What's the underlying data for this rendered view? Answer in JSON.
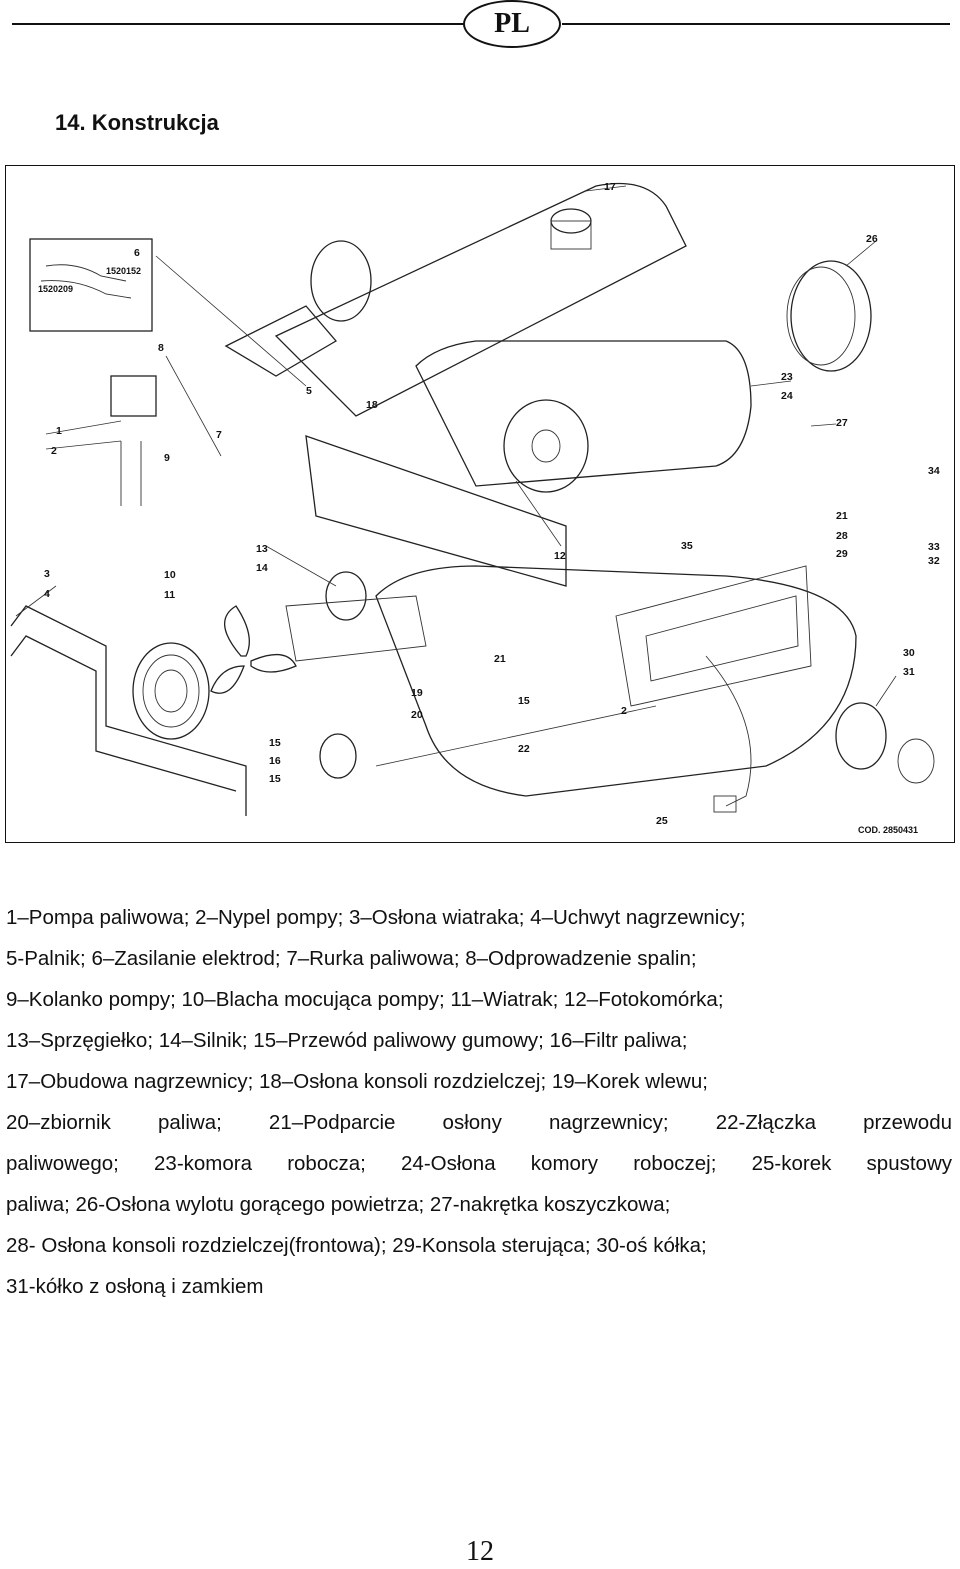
{
  "header": {
    "lang_badge": "PL"
  },
  "section": {
    "title": "14.  Konstrukcja"
  },
  "figure": {
    "code": "COD. 2850431",
    "inset_codes": [
      "1520152",
      "1520209"
    ],
    "callouts": [
      "1",
      "2",
      "3",
      "4",
      "5",
      "6",
      "7",
      "8",
      "9",
      "10",
      "11",
      "12",
      "13",
      "14",
      "15",
      "16",
      "17",
      "18",
      "19",
      "20",
      "21",
      "22",
      "23",
      "24",
      "25",
      "26",
      "27",
      "28",
      "29",
      "30",
      "31",
      "32",
      "33",
      "34",
      "35"
    ]
  },
  "legend": {
    "lines": [
      "1–Pompa paliwowa; 2–Nypel pompy; 3–Osłona wiatraka; 4–Uchwyt nagrzewnicy;",
      "5-Palnik; 6–Zasilanie elektrod; 7–Rurka paliwowa; 8–Odprowadzenie spalin;",
      "9–Kolanko pompy; 10–Blacha mocująca pompy; 11–Wiatrak; 12–Fotokomórka;",
      "13–Sprzęgiełko; 14–Silnik; 15–Przewód paliwowy gumowy; 16–Filtr paliwa;",
      "17–Obudowa nagrzewnicy; 18–Osłona konsoli rozdzielczej; 19–Korek wlewu;",
      "20–zbiornik paliwa; 21–Podparcie osłony nagrzewnicy; 22-Złączka przewodu",
      "paliwowego; 23-komora robocza; 24-Osłona komory roboczej; 25-korek spustowy",
      "paliwa; 26-Osłona wylotu gorącego powietrza; 27-nakrętka koszyczkowa;",
      "28- Osłona konsoli rozdzielczej(frontowa); 29-Konsola sterująca; 30-oś kółka;",
      "31-kółko z osłoną i zamkiem"
    ]
  },
  "footer": {
    "page_number": "12"
  }
}
